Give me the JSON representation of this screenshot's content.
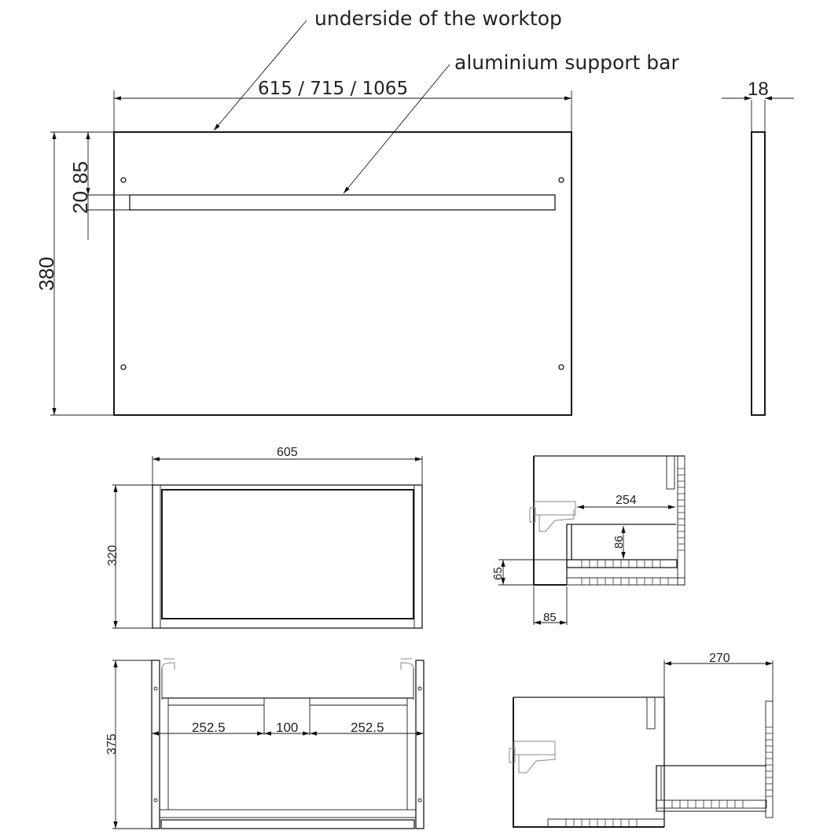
{
  "annotations": {
    "worktop_underside": "underside  of  the  worktop",
    "support_bar": "aluminium  support bar"
  },
  "top_view": {
    "width_dim": "615 / 715 / 1065",
    "height_dim": "380",
    "bar_offset_dim": "85",
    "bar_height_dim": "20"
  },
  "side_view_panel": {
    "thickness_dim": "18"
  },
  "front_view_1": {
    "width_dim": "605",
    "height_dim": "320"
  },
  "side_section_1": {
    "depth_dim": "254",
    "drawer_height_dim": "86",
    "bottom_height_dim": "65",
    "offset_dim": "85"
  },
  "front_view_2": {
    "height_dim": "375",
    "left_dim": "252.5",
    "center_dim": "100",
    "right_dim": "252.5"
  },
  "side_section_2": {
    "extension_dim": "270"
  },
  "colors": {
    "line": "#1a1a1a",
    "background": "#ffffff",
    "label_text": "#222222"
  }
}
